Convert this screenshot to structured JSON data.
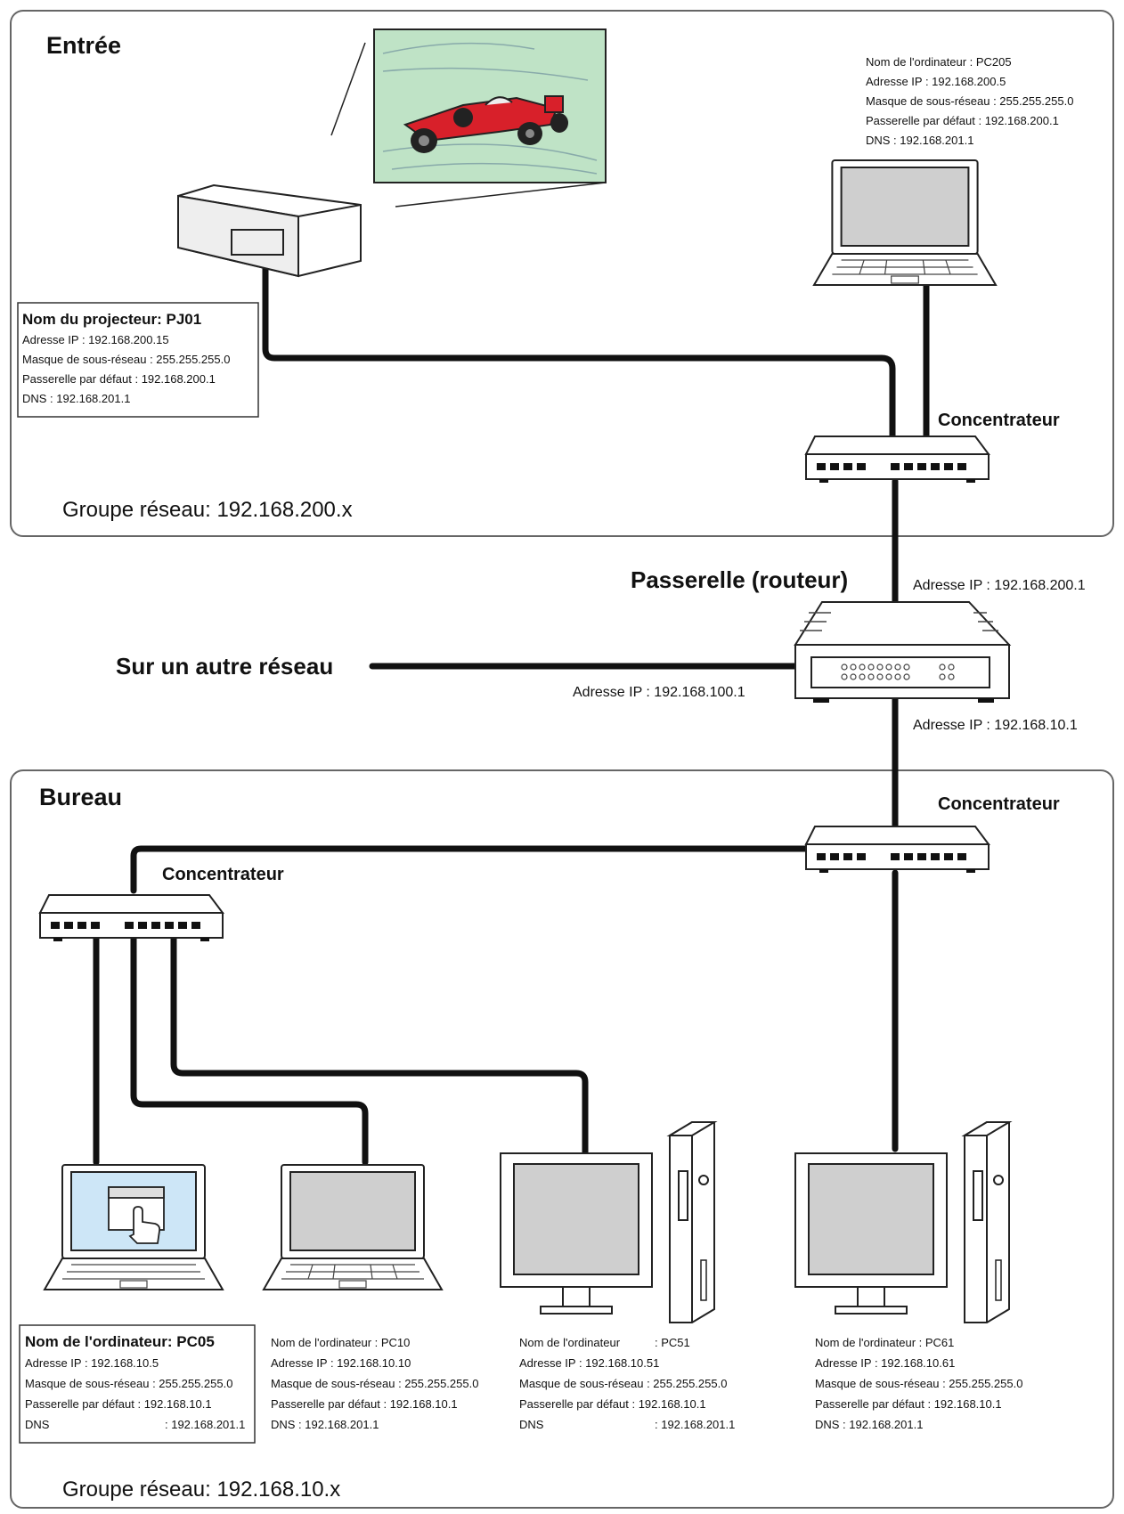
{
  "zones": {
    "entree": {
      "title": "Entrée",
      "group": "Groupe réseau: 192.168.200.x"
    },
    "bureau": {
      "title": "Bureau",
      "group": "Groupe réseau: 192.168.10.x"
    }
  },
  "hub_label": "Concentrateur",
  "router": {
    "title": "Passerelle (routeur)",
    "ip_top": "Adresse IP : 192.168.200.1",
    "ip_left": "Adresse IP : 192.168.100.1",
    "ip_bottom": "Adresse IP : 192.168.10.1"
  },
  "other_network": "Sur un autre réseau",
  "projector": {
    "name": "Nom du projecteur: PJ01",
    "ip": "Adresse IP  : 192.168.200.15",
    "mask": "Masque de sous-réseau : 255.255.255.0",
    "gateway": "Passerelle par défaut  : 192.168.200.1",
    "dns": "DNS : 192.168.201.1"
  },
  "pc205": {
    "name": "Nom de l'ordinateur : PC205",
    "ip": "Adresse IP  : 192.168.200.5",
    "mask": "Masque de sous-réseau : 255.255.255.0",
    "gateway": "Passerelle par défaut  : 192.168.200.1",
    "dns": "DNS : 192.168.201.1"
  },
  "pc05": {
    "name": "Nom de l'ordinateur: PC05",
    "ip": "Adresse IP  : 192.168.10.5",
    "mask": "Masque de sous-réseau : 255.255.255.0",
    "gateway": "Passerelle par défaut  : 192.168.10.1",
    "dns_label": "DNS",
    "dns_value": ": 192.168.201.1"
  },
  "pc10": {
    "name": "Nom de l'ordinateur : PC10",
    "ip": "Adresse IP  : 192.168.10.10",
    "mask": "Masque de sous-réseau : 255.255.255.0",
    "gateway": "Passerelle par défaut  : 192.168.10.1",
    "dns": "DNS : 192.168.201.1"
  },
  "pc51": {
    "name_label": "Nom de l'ordinateur",
    "name_value": ": PC51",
    "ip": "Adresse IP  : 192.168.10.51",
    "mask": "Masque de sous-réseau : 255.255.255.0",
    "gateway": "Passerelle par défaut  : 192.168.10.1",
    "dns_label": "DNS",
    "dns_value": ": 192.168.201.1"
  },
  "pc61": {
    "name": "Nom de l'ordinateur : PC61",
    "ip": "Adresse IP  : 192.168.10.61",
    "mask": "Masque de sous-réseau : 255.255.255.0",
    "gateway": "Passerelle par défaut  : 192.168.10.1",
    "dns": "DNS : 192.168.201.1"
  },
  "colors": {
    "screen_green": "#bfe3c6",
    "car_red": "#d8202a",
    "laptop_highlight": "#cde6f7"
  },
  "icons": [
    "projector-icon",
    "laptop-icon",
    "desktop-monitor-icon",
    "tower-icon",
    "hub-icon",
    "router-icon",
    "hand-cursor-icon"
  ]
}
